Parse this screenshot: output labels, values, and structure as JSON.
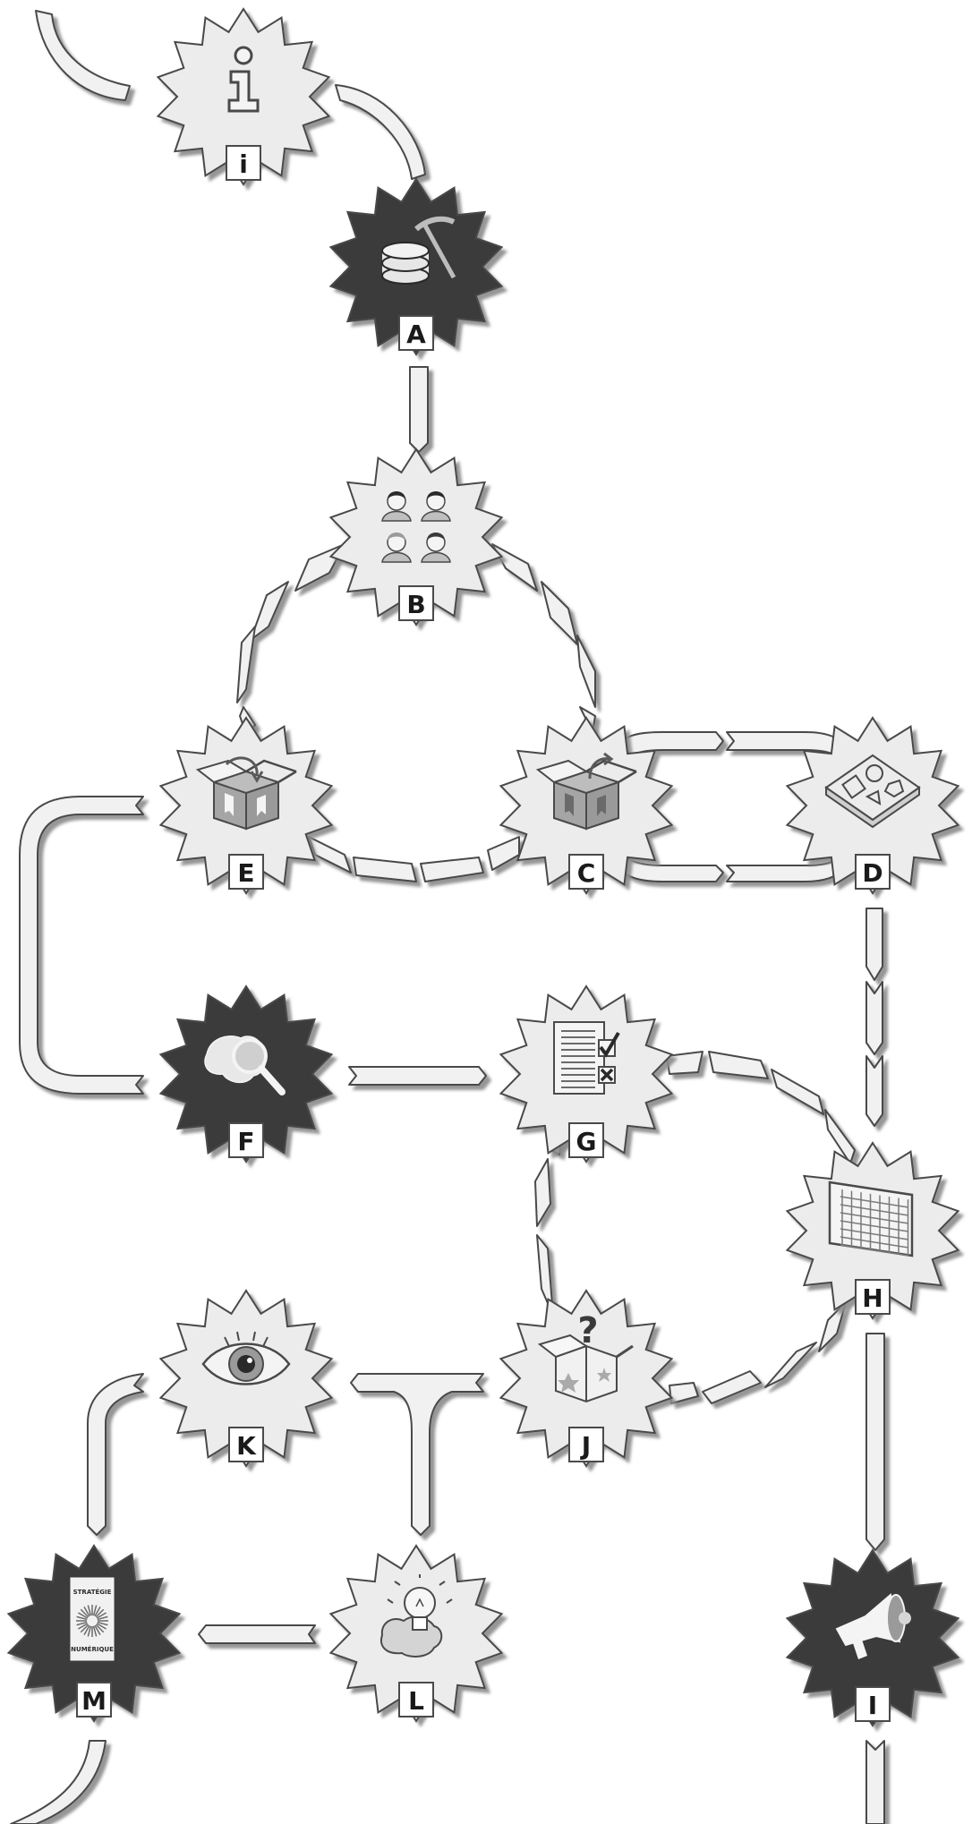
{
  "palette": {
    "light_fill": "#ececec",
    "dark_fill": "#3a3a3a",
    "stroke": "#4a4a4a",
    "shadow": "#9a9a9a",
    "connector_fill": "#f1f1f1",
    "label_fill": "#ffffff",
    "label_text": "#1a1a1a"
  },
  "nodes": [
    {
      "id": "i",
      "label": "i",
      "theme": "light",
      "icon": "info-icon"
    },
    {
      "id": "A",
      "label": "A",
      "theme": "dark",
      "icon": "data-mining-icon"
    },
    {
      "id": "B",
      "label": "B",
      "theme": "light",
      "icon": "people-icon"
    },
    {
      "id": "C",
      "label": "C",
      "theme": "light",
      "icon": "open-box-out-icon"
    },
    {
      "id": "D",
      "label": "D",
      "theme": "light",
      "icon": "shape-sorter-icon"
    },
    {
      "id": "E",
      "label": "E",
      "theme": "light",
      "icon": "open-box-in-icon"
    },
    {
      "id": "F",
      "label": "F",
      "theme": "dark",
      "icon": "map-search-icon"
    },
    {
      "id": "G",
      "label": "G",
      "theme": "light",
      "icon": "checklist-icon"
    },
    {
      "id": "H",
      "label": "H",
      "theme": "light",
      "icon": "calendar-grid-icon"
    },
    {
      "id": "I",
      "label": "I",
      "theme": "dark",
      "icon": "megaphone-icon"
    },
    {
      "id": "J",
      "label": "J",
      "theme": "light",
      "icon": "question-box-icon"
    },
    {
      "id": "K",
      "label": "K",
      "theme": "light",
      "icon": "eye-icon"
    },
    {
      "id": "L",
      "label": "L",
      "theme": "light",
      "icon": "idea-bulb-icon"
    },
    {
      "id": "M",
      "label": "M",
      "theme": "dark",
      "icon": "strategy-document-icon"
    }
  ],
  "document_text": {
    "top": "STRATÉGIE",
    "bottom": "NUMÉRIQUE"
  },
  "icon_marks": {
    "question": "?",
    "check": "✓",
    "cross": "✕"
  }
}
